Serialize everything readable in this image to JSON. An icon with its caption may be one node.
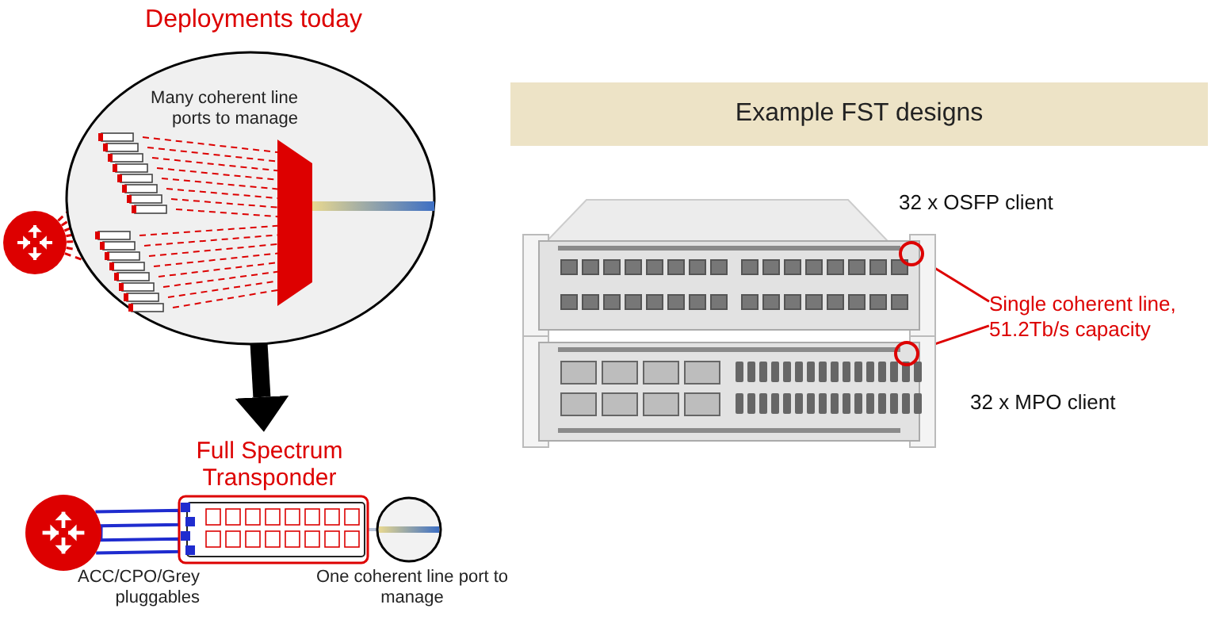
{
  "diagram": {
    "nodes": [
      {
        "text": [
          "Deployments today",
          "Many coherent line ports to manage"
        ]
      },
      {
        "text": [],
        "shape": "circle"
      },
      {
        "text": [],
        "shape": "circle"
      },
      {
        "text": [
          "Full Spectrum Transponder"
        ]
      },
      {
        "text": [],
        "shape": "circle",
        "beside": [
          "One coherent line port to manage"
        ]
      },
      {
        "text": [
          "Example FST designs"
        ]
      },
      {
        "text": [],
        "shape": "picture",
        "beside": [
          "32 x OSFP client"
        ]
      },
      {
        "text": [],
        "shape": "picture",
        "beside": [
          "32 x MPO client"
        ]
      },
      {
        "text": [
          "Single coherent line, 51.2Tb/s capacity"
        ]
      },
      {
        "text": [],
        "shape": "circle",
        "in": 6
      },
      {
        "text": [],
        "shape": "circle",
        "in": 7
      }
    ],
    "edges": [
      {
        "from": 1,
        "to": 0,
        "arrow": "none",
        "style": "dashed"
      },
      {
        "from": 0,
        "to": 3,
        "arrow": "to",
        "style": "thick",
        "color": "#000000"
      },
      {
        "from": 2,
        "to": 3,
        "arrow": "none",
        "color": "#1f2ccf"
      },
      {
        "from": 3,
        "to": 4,
        "arrow": "none",
        "color": "#b8c4d8"
      },
      {
        "from": 8,
        "to": 9,
        "arrow": "to"
      },
      {
        "from": 8,
        "to": 10,
        "arrow": "to"
      }
    ],
    "labels": [
      "ACC/CPO/Grey pluggables"
    ]
  }
}
